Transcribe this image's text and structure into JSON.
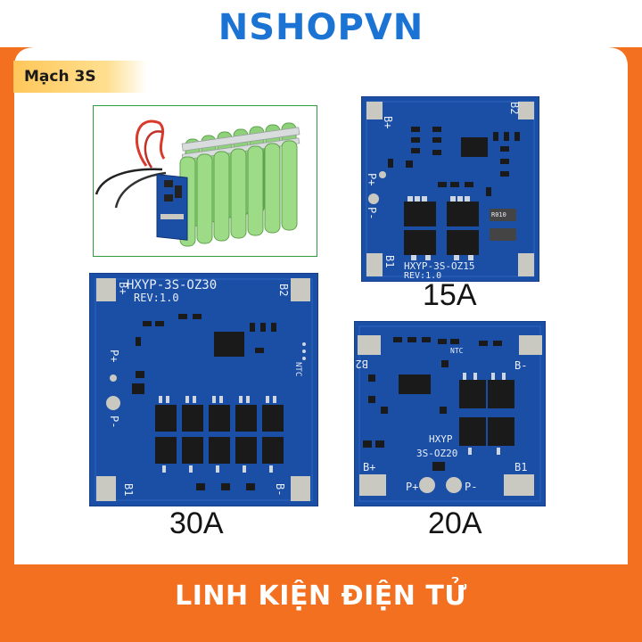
{
  "brand": "NSHOPVN",
  "tag_label": "Mạch 3S",
  "footer_text": "LINH KIỆN ĐIỆN TỬ",
  "boards": {
    "b15": {
      "model": "HXYP-3S-OZ15",
      "rev": "REV:1.0",
      "amp": "15A",
      "b_plus": "B+",
      "b2": "B2",
      "b1": "B1",
      "p_plus": "P+",
      "p_minus": "P-",
      "chip": "R010"
    },
    "b30": {
      "model": "HXYP-3S-OZ30",
      "rev": "REV:1.0",
      "amp": "30A",
      "b_plus": "B+",
      "b2": "B2",
      "b1": "B1",
      "p_plus": "P+",
      "p_minus": "P-",
      "b_minus": "B-",
      "ntc": "NTC"
    },
    "b20": {
      "model_line1": "HXYP",
      "model_line2": "3S-OZ20",
      "amp": "20A",
      "b_plus": "B+",
      "b2": "B2",
      "b1": "B1",
      "p_plus": "P+",
      "p_minus": "P-",
      "b_minus": "B-",
      "ntc": "NTC"
    }
  },
  "colors": {
    "frame": "#f37021",
    "brand": "#1b73d3",
    "pcb": "#1b4fa6",
    "pcb_dark": "#143d86",
    "pad": "#c9c9c1",
    "cell_green": "#8fd17a",
    "photo_border": "#2f9a3e"
  }
}
